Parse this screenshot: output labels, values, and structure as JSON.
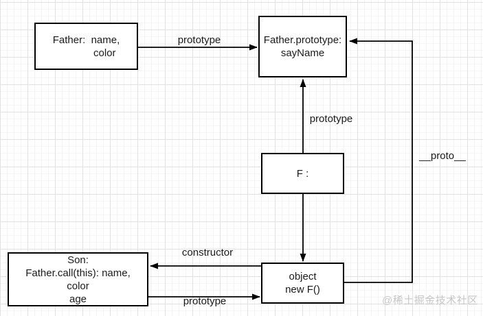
{
  "diagram": {
    "title_hint": "JavaScript prototype chain diagram",
    "boxes": {
      "father": {
        "lines": [
          "Father:  name,",
          "color"
        ]
      },
      "father_proto": {
        "lines": [
          "Father.prototype:",
          "sayName"
        ]
      },
      "f": {
        "lines": [
          "F :"
        ]
      },
      "son": {
        "lines": [
          "Son:",
          "Father.call(this): name,",
          "color",
          "age"
        ]
      },
      "object": {
        "lines": [
          "object",
          "new F()"
        ]
      }
    },
    "labels": {
      "prototype_top": "prototype",
      "prototype_mid": "prototype",
      "proto": "__proto__",
      "constructor": "constructor",
      "prototype_bottom": "prototype"
    },
    "edges": [
      {
        "from": "father",
        "to": "father_proto",
        "label": "prototype",
        "direction": "right"
      },
      {
        "from": "f",
        "to": "father_proto",
        "label": "prototype",
        "direction": "up"
      },
      {
        "from": "f",
        "to": "object",
        "label": "",
        "direction": "down"
      },
      {
        "from": "object",
        "to": "father_proto",
        "label": "__proto__",
        "direction": "right-up-left"
      },
      {
        "from": "object",
        "to": "son",
        "label": "constructor",
        "direction": "left"
      },
      {
        "from": "son",
        "to": "object",
        "label": "prototype",
        "direction": "right"
      }
    ]
  },
  "watermark": "@稀土掘金技术社区",
  "colors": {
    "line": "#000000",
    "text": "#1a1a1a",
    "box_fill": "#ffffff",
    "grid_major": "#e1e1e1",
    "grid_minor": "#f7f5f5",
    "watermark": "#c6c6c6"
  }
}
